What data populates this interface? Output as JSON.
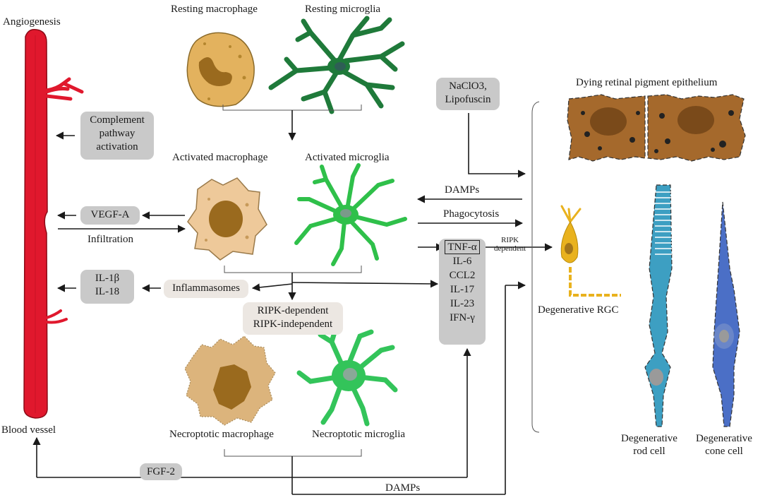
{
  "labels": {
    "angiogenesis": "Angiogenesis",
    "blood_vessel": "Blood vessel",
    "resting_macrophage": "Resting macrophage",
    "resting_microglia": "Resting microglia",
    "activated_macrophage": "Activated macrophage",
    "activated_microglia": "Activated microglia",
    "necroptotic_macrophage": "Necroptotic macrophage",
    "necroptotic_microglia": "Necroptotic microglia",
    "dying_rpe": "Dying retinal pigment epithelium",
    "degenerative_rgc": "Degenerative RGC",
    "rod_cell": [
      "Degenerative",
      "rod cell"
    ],
    "cone_cell": [
      "Degenerative",
      "cone cell"
    ]
  },
  "boxes": {
    "complement": [
      "Complement",
      "pathway",
      "activation"
    ],
    "vegf": "VEGF-A",
    "interleukins": [
      "IL-1β",
      "IL-18"
    ],
    "inflammasomes": "Inflammasomes",
    "ripk_pathways": [
      "RIPK-dependent",
      "RIPK-independent"
    ],
    "naclo3": [
      "NaClO3,",
      "Lipofuscin"
    ],
    "fgf": "FGF-2",
    "cytokines": [
      "TNF-α",
      "IL-6",
      "CCL2",
      "IL-17",
      "IL-23",
      "IFN-γ"
    ]
  },
  "arrow_labels": {
    "infiltration": "Infiltration",
    "damps_top": "DAMPs",
    "phagocytosis": "Phagocytosis",
    "ripk_dependent": [
      "RIPK",
      "dependent"
    ],
    "damps_bottom": "DAMPs"
  },
  "colors": {
    "vessel": "#e0182d",
    "macrophage_resting": "#e3b25e",
    "macrophage_activated": "#eec99a",
    "macrophage_necroptotic": "#dcb47c",
    "nucleus": "#9a6a1e",
    "microglia_resting": "#1f7a3a",
    "microglia_activated": "#2fc04a",
    "microglia_necroptotic": "#33c45a",
    "rpe": "#a5692c",
    "rgc": "#e9b21e",
    "rod": "#3d9fc2",
    "cone": "#4b6fc6",
    "box_gray": "#c9c9c9",
    "box_light": "#ece7e2"
  }
}
